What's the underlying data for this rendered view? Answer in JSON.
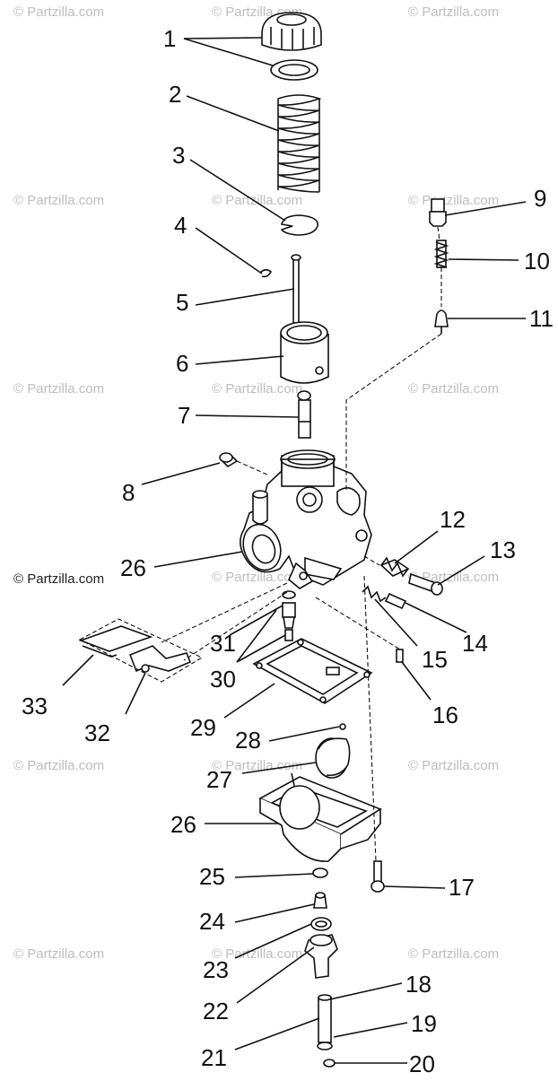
{
  "watermark": {
    "text": "© Partzilla.com",
    "dark_text": "© Partzilla.com"
  },
  "callouts": {
    "c1": "1",
    "c2": "2",
    "c3": "3",
    "c4": "4",
    "c5": "5",
    "c6": "6",
    "c7": "7",
    "c8": "8",
    "c9": "9",
    "c10": "10",
    "c11": "11",
    "c12": "12",
    "c13": "13",
    "c14": "14",
    "c15": "15",
    "c16": "16",
    "c17": "17",
    "c18": "18",
    "c19": "19",
    "c20": "20",
    "c21": "21",
    "c22": "22",
    "c23": "23",
    "c24": "24",
    "c25": "25",
    "c26a": "26",
    "c26b": "26",
    "c27": "27",
    "c28": "28",
    "c29": "29",
    "c30": "30",
    "c31": "31",
    "c32": "32",
    "c33": "33"
  }
}
